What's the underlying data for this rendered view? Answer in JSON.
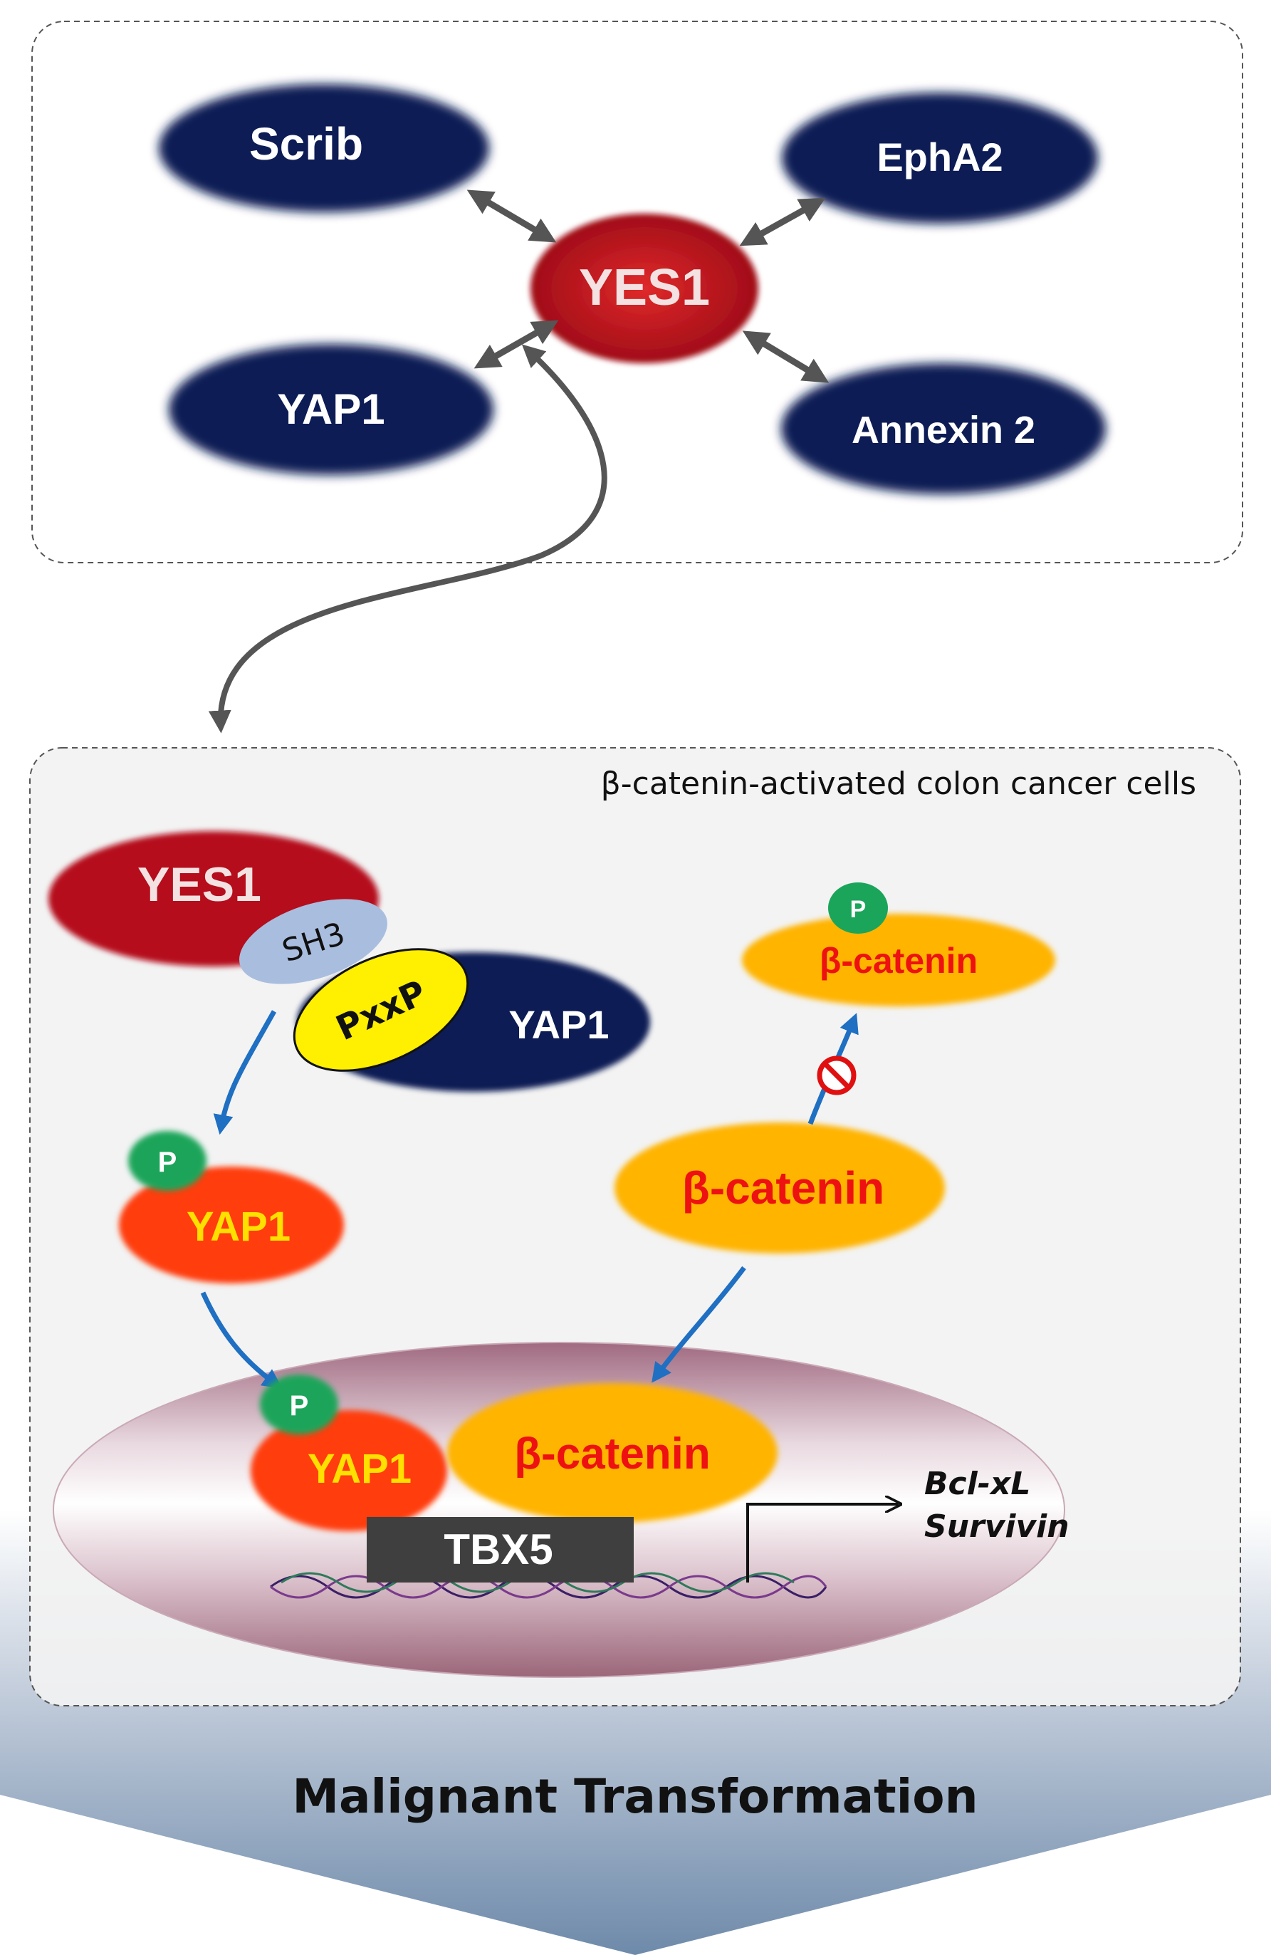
{
  "interaction_panel": {
    "hub": "YES1",
    "partners": {
      "scrib": "Scrib",
      "epha2": "EphA2",
      "yap1": "YAP1",
      "annexin2": "Annexin 2"
    }
  },
  "nucleus_panel": {
    "caption": "β-catenin-activated  colon cancer cells",
    "yes1": "YES1",
    "sh3": "SH3",
    "pxxp": "PxxP",
    "yap1_complex": "YAP1",
    "phospho": "P",
    "yap1_phospho": "YAP1",
    "beta_catenin_top": "β-catenin",
    "beta_catenin_mid": "β-catenin",
    "yap1_nucleus": "YAP1",
    "beta_catenin_nucleus": "β-catenin",
    "tbx5": "TBX5",
    "targets": [
      "Bcl-xL",
      "Survivin"
    ]
  },
  "outcome": "Malignant Transformation",
  "colors": {
    "navy": "#0b1f55",
    "yes1_red": "#b5101c",
    "yap1_orange": "#ff3d0a",
    "yap1_text": "#ffe000",
    "catenin_gold": "#ffb400",
    "catenin_text": "#ee1111",
    "sh3_blue": "#a9bedf",
    "pxxp_yellow": "#ffef00",
    "phospho_green": "#1aa55a",
    "arrow_blue": "#1f6fc2",
    "arrow_gray": "#555555",
    "nucleus_mauve": "#9b6679"
  }
}
